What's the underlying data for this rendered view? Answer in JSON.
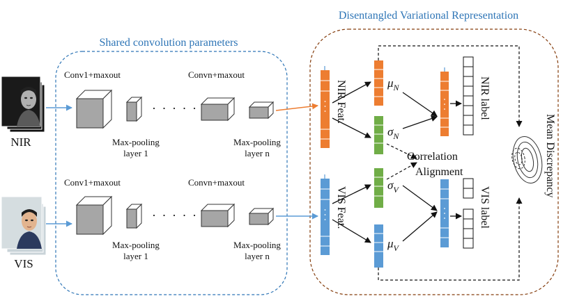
{
  "titles": {
    "shared": "Shared convolution parameters",
    "disentangled": "Disentangled Variational Representation"
  },
  "inputs": {
    "nir": "NIR",
    "vis": "VIS"
  },
  "cnn": {
    "nir_row": {
      "conv1": "Conv1+maxout",
      "convn": "Convn+maxout",
      "pool1_line1": "Max-pooling",
      "pool1_line2": "layer 1",
      "pooln_line1": "Max-pooling",
      "pooln_line2": "layer n",
      "dots": "· · · · · ·"
    },
    "vis_row": {
      "conv1": "Conv1+maxout",
      "convn": "Convn+maxout",
      "pool1_line1": "Max-pooling",
      "pool1_line2": "layer 1",
      "pooln_line1": "Max-pooling",
      "pooln_line2": "layer n",
      "dots": "· · · · · ·"
    }
  },
  "features": {
    "nir_feat": "NIR Feat.",
    "vis_feat": "VIS Feat.",
    "nir_label": "NIR label",
    "vis_label": "VIS label"
  },
  "symbols": {
    "mu": "μ",
    "sigma": "σ",
    "sub_n": "N",
    "sub_v": "V"
  },
  "losses": {
    "corr_line1": "Correlation",
    "corr_line2": "Alignment",
    "mean_discrepancy": "Mean Discrepancy"
  },
  "colors": {
    "orange": "#ed7d31",
    "green": "#70ad47",
    "blue": "#5b9bd5",
    "box_blue": "#2e75b6",
    "box_brown": "#843c0c"
  }
}
